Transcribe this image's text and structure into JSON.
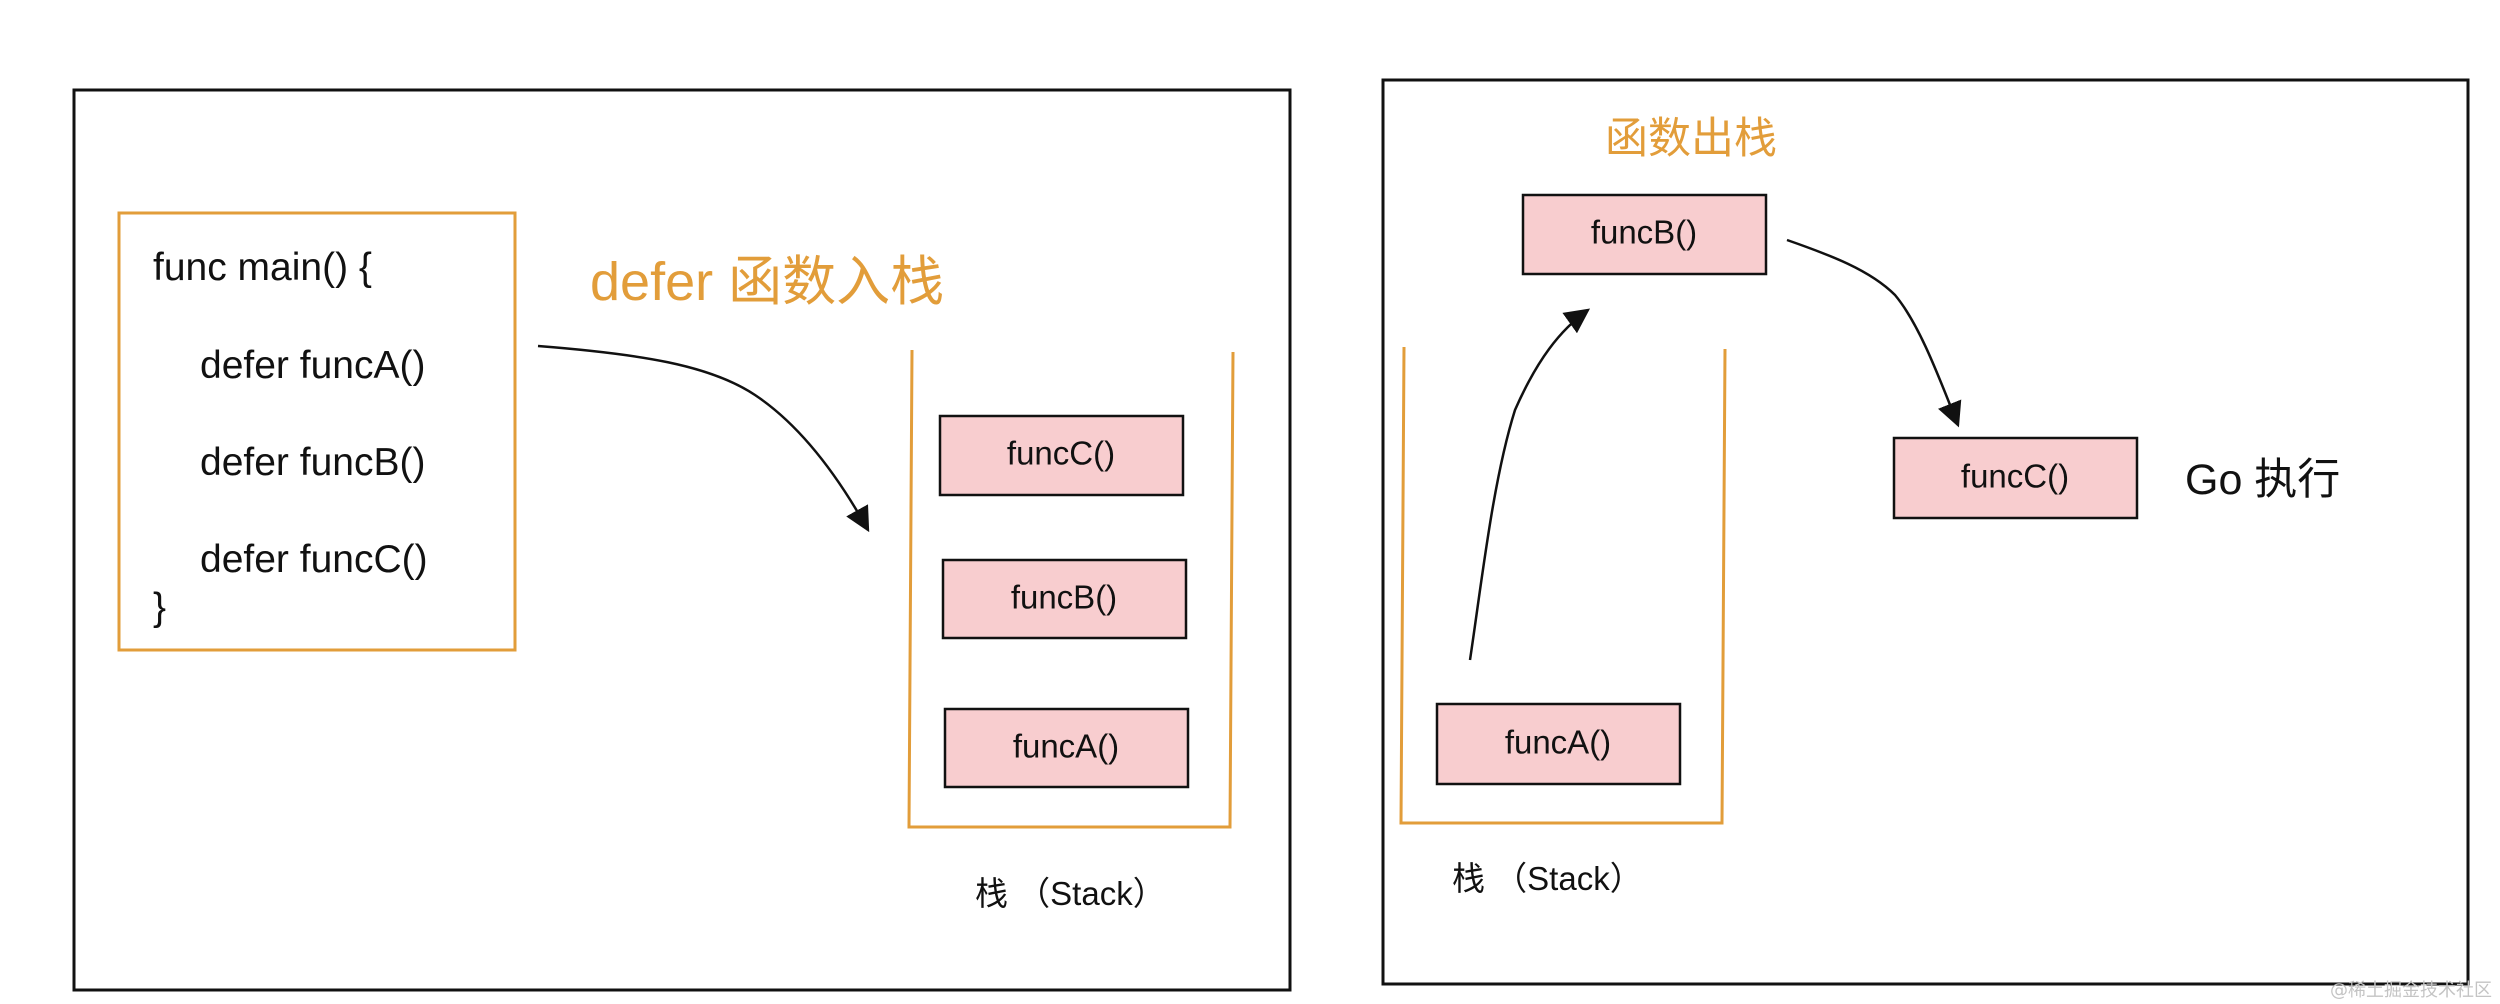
{
  "colors": {
    "accent_orange": "#E29D3A",
    "func_box_fill": "#F8CDCF",
    "frame_stroke": "#111111",
    "text": "#111111"
  },
  "left_panel": {
    "code": {
      "lines": [
        "func main() {",
        "defer funcA()",
        "defer funcB()",
        "defer funcC()",
        "}"
      ]
    },
    "title": "defer 函数入栈",
    "stack_items": [
      "funcC()",
      "funcB()",
      "funcA()"
    ],
    "stack_label": "栈 （Stack）"
  },
  "right_panel": {
    "title": "函数出栈",
    "popped_item": "funcB()",
    "executed_item": "funcC()",
    "executed_label": "Go 执行",
    "stack_items": [
      "funcA()"
    ],
    "stack_label": "栈 （Stack）"
  },
  "watermark": "@稀土掘金技术社区"
}
